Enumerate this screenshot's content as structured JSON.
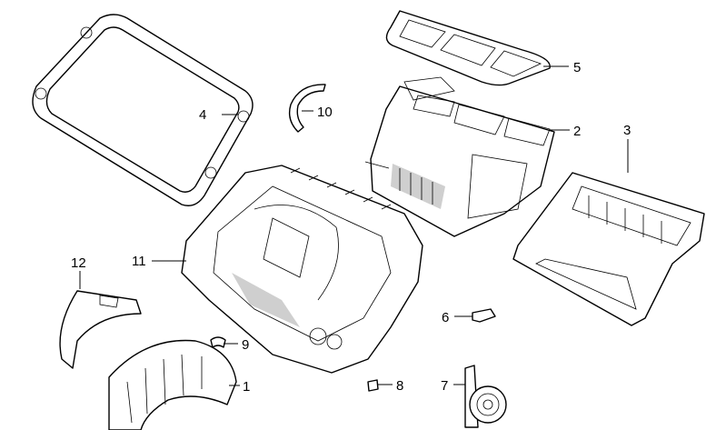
{
  "callouts": [
    {
      "id": "1",
      "label": "1"
    },
    {
      "id": "2",
      "label": "2"
    },
    {
      "id": "3",
      "label": "3"
    },
    {
      "id": "4",
      "label": "4"
    },
    {
      "id": "5",
      "label": "5"
    },
    {
      "id": "6",
      "label": "6"
    },
    {
      "id": "7",
      "label": "7"
    },
    {
      "id": "8",
      "label": "8"
    },
    {
      "id": "9",
      "label": "9"
    },
    {
      "id": "10",
      "label": "10"
    },
    {
      "id": "11",
      "label": "11"
    },
    {
      "id": "12",
      "label": "12"
    }
  ],
  "colors": {
    "line": "#000000",
    "background": "#ffffff",
    "shade": "#cfcfcf"
  }
}
